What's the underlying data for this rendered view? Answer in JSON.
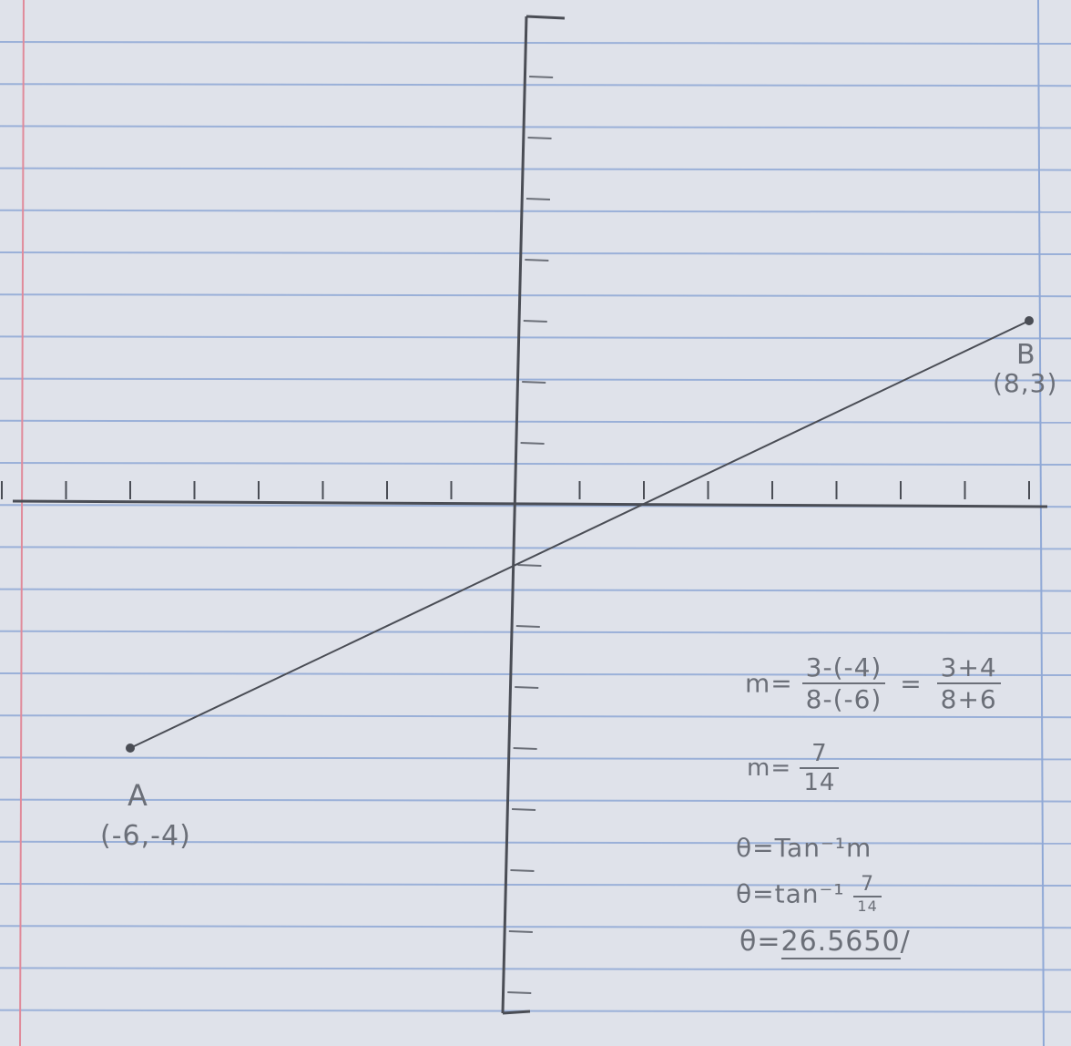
{
  "colors": {
    "paper": "#dfe2ea",
    "rule_line": "#8fa8d6",
    "margin_line": "#e08a9a",
    "pencil": "#4a4d55",
    "pencil_light": "#6b6f78"
  },
  "graph": {
    "x_range": [
      -8,
      8
    ],
    "y_range": [
      -8,
      8
    ],
    "point_a": {
      "name": "A",
      "label": "(-6,-4)",
      "x": -6,
      "y": -4
    },
    "point_b": {
      "name": "B",
      "label": "(8,3)",
      "x": 8,
      "y": 3
    }
  },
  "work": {
    "slope_prefix": "m=",
    "slope_num": "3-(-4)",
    "slope_den": "8-(-6)",
    "equals": "=",
    "slope_num_simplified": "3+4",
    "slope_den_simplified": "8+6",
    "m_prefix": "m=",
    "m_num": "7",
    "m_den": "14",
    "theta_formula": "θ=Tan⁻¹m",
    "theta_sub_prefix": "θ=tan⁻¹",
    "theta_sub_num": "7",
    "theta_sub_den": "14",
    "theta_result_prefix": "θ=",
    "theta_result_value": "26.5650",
    "theta_result_mark": "/"
  }
}
